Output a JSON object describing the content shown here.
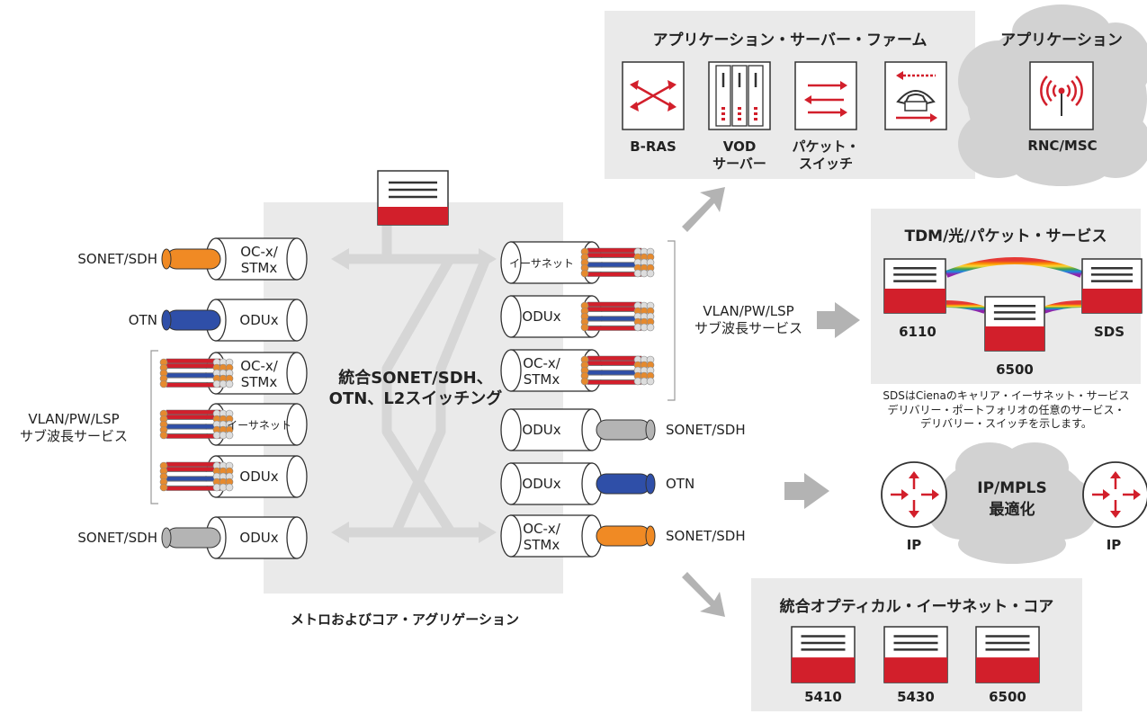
{
  "core": {
    "title_line1": "統合SONET/SDH、",
    "title_line2": "OTN、L2スイッチング",
    "caption": "メトロおよびコア・アグリゲーション"
  },
  "left": {
    "rows": [
      {
        "label": "SONET/SDH",
        "tube_l1": "OC-x/",
        "tube_l2": "STMx",
        "fill": "#f08a24"
      },
      {
        "label": "OTN",
        "tube_l1": "ODUx",
        "tube_l2": "",
        "fill": "#2f4fa8"
      },
      {
        "label": "",
        "tube_l1": "OC-x/",
        "tube_l2": "STMx",
        "fill": "bundle"
      },
      {
        "label": "",
        "tube_l1": "イーサネット",
        "tube_l2": "",
        "fill": "bundle"
      },
      {
        "label": "",
        "tube_l1": "ODUx",
        "tube_l2": "",
        "fill": "bundle"
      },
      {
        "label": "SONET/SDH",
        "tube_l1": "ODUx",
        "tube_l2": "",
        "fill": "#b4b4b4"
      }
    ],
    "bracket_l1": "VLAN/PW/LSP",
    "bracket_l2": "サブ波長サービス"
  },
  "right": {
    "rows": [
      {
        "label": "",
        "tube_l1": "イーサネット",
        "tube_l2": "",
        "fill": "bundle"
      },
      {
        "label": "",
        "tube_l1": "ODUx",
        "tube_l2": "",
        "fill": "bundle"
      },
      {
        "label": "",
        "tube_l1": "OC-x/",
        "tube_l2": "STMx",
        "fill": "bundle"
      },
      {
        "label": "SONET/SDH",
        "tube_l1": "ODUx",
        "tube_l2": "",
        "fill": "#b4b4b4"
      },
      {
        "label": "OTN",
        "tube_l1": "ODUx",
        "tube_l2": "",
        "fill": "#2f4fa8"
      },
      {
        "label": "SONET/SDH",
        "tube_l1": "OC-x/",
        "tube_l2": "STMx",
        "fill": "#f08a24"
      }
    ],
    "bracket_l1": "VLAN/PW/LSP",
    "bracket_l2": "サブ波長サービス"
  },
  "app_farm": {
    "title": "アプリケーション・サーバー・ファーム",
    "items": [
      {
        "icon": "brass-cross-icon",
        "l1": "B-RAS",
        "l2": ""
      },
      {
        "icon": "vod-server-icon",
        "l1": "VOD",
        "l2": "サーバー"
      },
      {
        "icon": "packet-switch-icon",
        "l1": "パケット・",
        "l2": "スイッチ"
      },
      {
        "icon": "phone-icon",
        "l1": "",
        "l2": ""
      }
    ]
  },
  "app_cloud": {
    "title": "アプリケーション",
    "label": "RNC/MSC",
    "icon": "radio-tower-icon"
  },
  "tdm": {
    "title": "TDM/光/パケット・サービス",
    "nodes": [
      "6110",
      "6500",
      "SDS"
    ],
    "note_l1": "SDSはCienaのキャリア・イーサネット・サービス",
    "note_l2": "デリバリー・ポートフォリオの任意のサービス・",
    "note_l3": "デリバリー・スイッチを示します。"
  },
  "ipmpls": {
    "l1": "IP/MPLS",
    "l2": "最適化",
    "left_router": "IP",
    "right_router": "IP"
  },
  "optical_core": {
    "title": "統合オプティカル・イーサネット・コア",
    "nodes": [
      "5410",
      "5430",
      "6500"
    ]
  },
  "colors": {
    "red": "#d21f2b",
    "panel": "#eaeaea",
    "cloud": "#d2d2d2",
    "arrow": "#b3b3b3",
    "orange": "#f08a24",
    "blue": "#2f4fa8",
    "gray": "#b4b4b4"
  }
}
